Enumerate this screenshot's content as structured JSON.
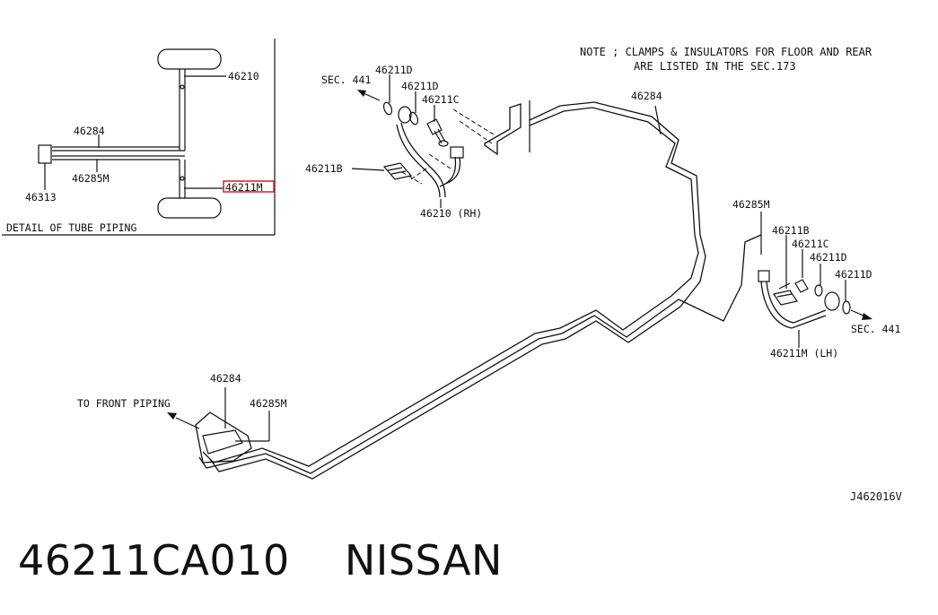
{
  "note": {
    "line1": "NOTE ; CLAMPS & INSULATORS FOR FLOOR AND REAR",
    "line2": "ARE LISTED IN THE SEC.173"
  },
  "detail": {
    "title": "DETAIL OF TUBE PIPING",
    "labels": {
      "hose_rh": "46210",
      "tube_upper": "46284",
      "tube_lower": "46285M",
      "connector": "46313",
      "hose_lh": "46211M"
    }
  },
  "rh_assembly": {
    "sec": "SEC. 441",
    "washer1": "46211D",
    "washer2": "46211D",
    "bolt": "46211C",
    "clip": "46211B",
    "hose": "46210 (RH)"
  },
  "lh_assembly": {
    "tube": "46285M",
    "clip": "46211B",
    "bolt": "46211C",
    "washer1": "46211D",
    "washer2": "46211D",
    "sec": "SEC. 441",
    "hose": "46211M (LH)"
  },
  "main": {
    "tube_top": "46284",
    "front_tube1": "46284",
    "front_tube2": "46285M",
    "front_piping": "TO FRONT PIPING"
  },
  "diagram_code": "J462016V",
  "caption": {
    "part_number": "46211CA010",
    "brand": "NISSAN"
  }
}
